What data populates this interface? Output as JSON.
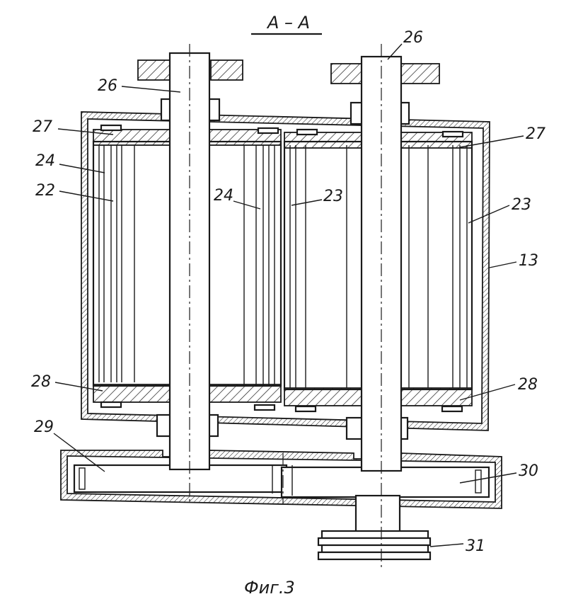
{
  "section_title": "А – А",
  "caption": "Фиг.3",
  "labels": {
    "l26a": "26",
    "l26b": "26",
    "l27a": "27",
    "l27b": "27",
    "l24a": "24",
    "l24b": "24",
    "l22": "22",
    "l23a": "23",
    "l23b": "23",
    "l13": "13",
    "l28a": "28",
    "l28b": "28",
    "l29": "29",
    "l30": "30",
    "l31": "31"
  }
}
